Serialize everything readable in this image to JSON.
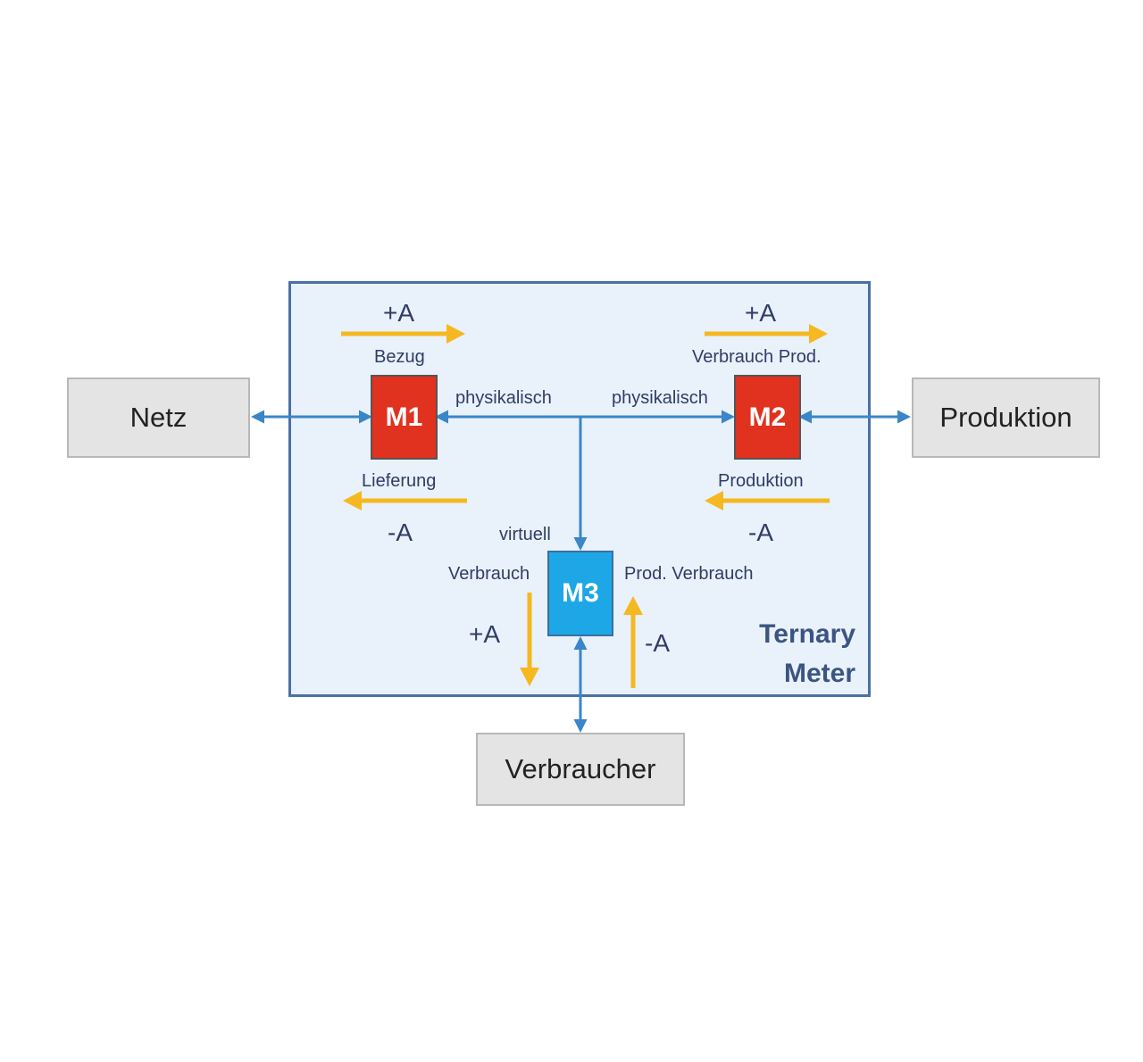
{
  "external": {
    "netz": "Netz",
    "produktion": "Produktion",
    "verbraucher": "Verbraucher"
  },
  "meters": {
    "m1": "M1",
    "m2": "M2",
    "m3": "M3"
  },
  "labels": {
    "m1_top_sign": "+A",
    "m1_top_label": "Bezug",
    "m1_bottom_label": "Lieferung",
    "m1_bottom_sign": "-A",
    "m1_link": "physikalisch",
    "m2_top_sign": "+A",
    "m2_top_label": "Verbrauch Prod.",
    "m2_bottom_label": "Produktion",
    "m2_bottom_sign": "-A",
    "m2_link": "physikalisch",
    "m3_link": "virtuell",
    "m3_left_label": "Verbrauch",
    "m3_left_sign": "+A",
    "m3_right_label": "Prod. Verbrauch",
    "m3_right_sign": "-A"
  },
  "title": {
    "line1": "Ternary",
    "line2": "Meter"
  },
  "colors": {
    "meter_red": "#e0321f",
    "meter_blue": "#1ea7e6",
    "flow_arrow": "#f5b820",
    "connection_line": "#3a86c8",
    "frame_border": "#4a70a6",
    "frame_fill": "#e9f1fb",
    "external_box_fill": "#e4e4e4"
  }
}
